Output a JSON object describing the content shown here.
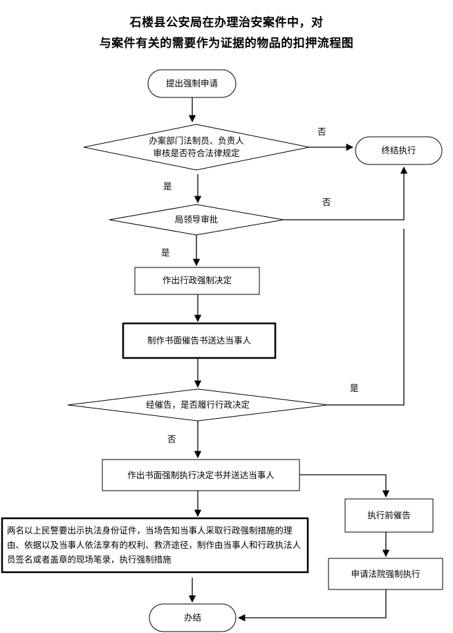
{
  "title": {
    "line1": "石楼县公安局在办理治安案件中，对",
    "line2": "与案件有关的需要作为证据的物品的扣押流程图"
  },
  "nodes": {
    "n1": "提出强制申请",
    "n2_line1": "办案部门法制员、负责人",
    "n2_line2": "审核是否符合法律规定",
    "n3": "终结执行",
    "n4": "局领导审批",
    "n5": "作出行政强制决定",
    "n6": "制作书面催告书送达当事人",
    "n7": "经催告，是否履行行政决定",
    "n8": "作出书面强制执行决定书并送达当事人",
    "n9": "执行前催告",
    "n10": "两名以上民警要出示执法身份证件，当场告知当事人采取行政强制措施的理由、依据以及当事人依法享有的权利、救济途径，制作由当事人和行政执法人员签名或者盖章的现场笔录，执行强制措施",
    "n11": "申请法院强制执行",
    "n12": "办结"
  },
  "edge_labels": {
    "n2_no": "否",
    "n2_yes": "是",
    "n4_no": "否",
    "n4_yes": "是",
    "n7_yes": "是",
    "n7_no": "否"
  }
}
